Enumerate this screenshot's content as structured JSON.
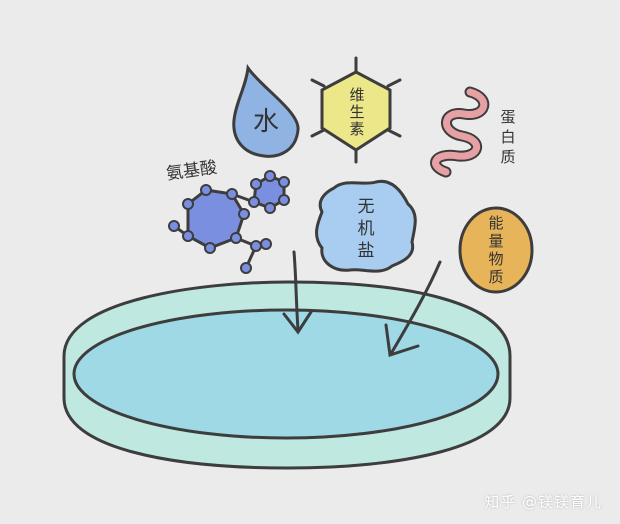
{
  "labels": {
    "water": "水",
    "vitamin": [
      "维",
      "生",
      "素"
    ],
    "protein": [
      "蛋",
      "白",
      "质"
    ],
    "amino_acid": "氨基酸",
    "inorganic_salt": [
      "无",
      "机",
      "盐"
    ],
    "energy_substance": [
      "能",
      "量",
      "物",
      "质"
    ]
  },
  "watermark": "知乎 @镁镁育儿",
  "colors": {
    "background": "#ebebeb",
    "water": "#8fb4e3",
    "vitamin": "#ece88a",
    "protein": "#e7a1a5",
    "amino_acid": "#7b8fe0",
    "inorganic_salt": "#a9cdf0",
    "energy_substance": "#e8b45a",
    "dish_rim": "#bfe8e1",
    "dish_medium": "#9fd9e6",
    "outline": "#3d3d3d"
  }
}
